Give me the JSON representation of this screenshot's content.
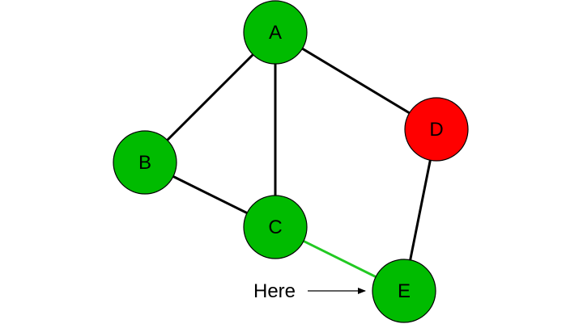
{
  "colors": {
    "visited_node": "#00bb00",
    "current_node": "#ff0000",
    "node_border": "#000000",
    "edge": "#000000",
    "active_edge": "#22c922",
    "background": "#ffffff"
  },
  "graph": {
    "nodes": [
      {
        "id": "A",
        "label": "A",
        "state": "visited"
      },
      {
        "id": "B",
        "label": "B",
        "state": "visited"
      },
      {
        "id": "C",
        "label": "C",
        "state": "visited"
      },
      {
        "id": "D",
        "label": "D",
        "state": "current"
      },
      {
        "id": "E",
        "label": "E",
        "state": "visited"
      }
    ],
    "edges": [
      {
        "from": "A",
        "to": "B",
        "active": false
      },
      {
        "from": "A",
        "to": "C",
        "active": false
      },
      {
        "from": "A",
        "to": "D",
        "active": false
      },
      {
        "from": "B",
        "to": "C",
        "active": false
      },
      {
        "from": "C",
        "to": "E",
        "active": true
      },
      {
        "from": "D",
        "to": "E",
        "active": false
      }
    ]
  },
  "annotation": {
    "text": "Here",
    "points_to": "E",
    "icon": "arrow-right-icon"
  }
}
